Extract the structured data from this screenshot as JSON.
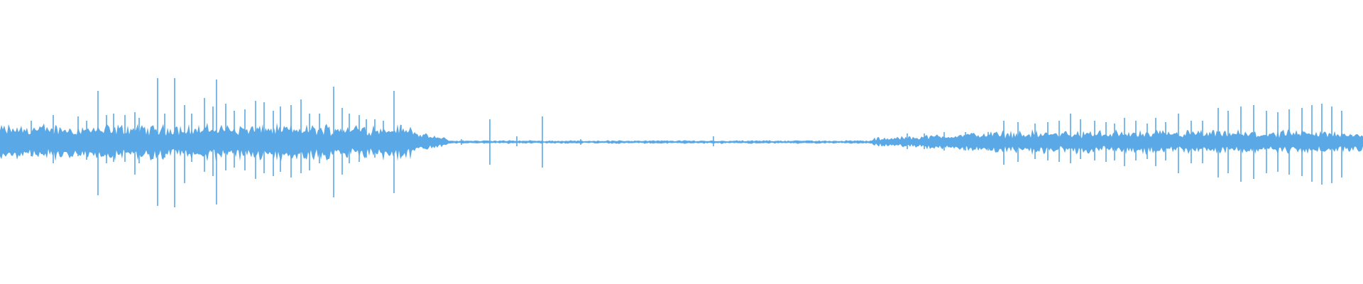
{
  "waveform": {
    "color": "#5aa9e6",
    "background": "#ffffff",
    "sample_count": 1920,
    "segments": [
      {
        "from": 0.0,
        "to": 0.305,
        "level": "loud"
      },
      {
        "from": 0.305,
        "to": 0.33,
        "level": "fade"
      },
      {
        "from": 0.33,
        "to": 0.64,
        "level": "quiet"
      },
      {
        "from": 0.64,
        "to": 0.73,
        "level": "rising"
      },
      {
        "from": 0.73,
        "to": 1.0,
        "level": "medium"
      }
    ]
  }
}
